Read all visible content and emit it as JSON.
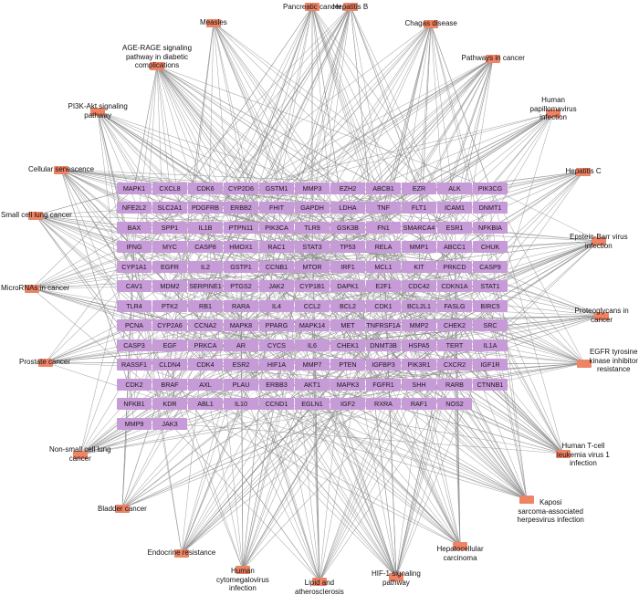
{
  "colors": {
    "gene_node": "#c79ad8",
    "pathway_node": "#ee8466",
    "edge": "#8c8c8c"
  },
  "genes": [
    [
      "MAPK1",
      "CXCL8",
      "CDK6",
      "CYP2D6",
      "GSTM1",
      "MMP3",
      "EZH2",
      "ABCB1",
      "EZR",
      "ALK",
      "PIK3CG"
    ],
    [
      "NFE2L2",
      "SLC2A1",
      "PDGFRB",
      "ERBB2",
      "FHIT",
      "GAPDH",
      "LDHA",
      "TNF",
      "FLT1",
      "ICAM1",
      "DNMT1"
    ],
    [
      "BAX",
      "SPP1",
      "IL1B",
      "PTPN11",
      "PIK3CA",
      "TLR9",
      "GSK3B",
      "FN1",
      "SMARCA4",
      "ESR1",
      "NFKBIA"
    ],
    [
      "IFNG",
      "MYC",
      "CASP8",
      "HMOX1",
      "RAC1",
      "STAT3",
      "TP53",
      "RELA",
      "MMP1",
      "ABCC1",
      "CHUK"
    ],
    [
      "CYP1A1",
      "EGFR",
      "IL2",
      "GSTP1",
      "CCNB1",
      "MTOR",
      "IRF1",
      "MCL1",
      "KIT",
      "PRKCD",
      "CASP9"
    ],
    [
      "CAV1",
      "MDM2",
      "SERPINE1",
      "PTGS2",
      "JAK2",
      "CYP1B1",
      "DAPK1",
      "E2F1",
      "CDC42",
      "CDKN1A",
      "STAT1"
    ],
    [
      "TLR4",
      "PTK2",
      "RB1",
      "RARA",
      "IL4",
      "CCL2",
      "BCL2",
      "CDK1",
      "BCL2L1",
      "FASLG",
      "BIRC5"
    ],
    [
      "PCNA",
      "CYP2A6",
      "CCNA2",
      "MAPK8",
      "PPARG",
      "MAPK14",
      "MET",
      "TNFRSF1A",
      "MMP2",
      "CHEK2",
      "SRC"
    ],
    [
      "CASP3",
      "EGF",
      "PRKCA",
      "AR",
      "CYCS",
      "IL6",
      "CHEK1",
      "DNMT3B",
      "HSPA5",
      "TERT",
      "IL1A"
    ],
    [
      "RASSF1",
      "CLDN4",
      "CDK4",
      "ESR2",
      "HIF1A",
      "MMP7",
      "PTEN",
      "IGFBP3",
      "PIK3R1",
      "CXCR2",
      "IGF1R"
    ],
    [
      "CDK2",
      "BRAF",
      "AXL",
      "PLAU",
      "ERBB3",
      "AKT1",
      "MAPK3",
      "FGFR1",
      "SHH",
      "RARB",
      "CTNNB1"
    ],
    [
      "NFKB1",
      "KDR",
      "ABL1",
      "IL10",
      "CCND1",
      "EGLN1",
      "IGF2",
      "RXRA",
      "RAF1",
      "NOS2"
    ],
    [
      "MMP9",
      "JAK3"
    ]
  ],
  "pathways": [
    "Measles",
    "Pancreatic cancer",
    "Hepatitis B",
    "Chagas disease",
    "AGE-RAGE signaling\npathway in diabetic\ncomplications",
    "Pathways in cancer",
    "PI3K-Akt signaling\npathway",
    "Human\npapillomavirus\ninfection",
    "Cellular senescence",
    "Hepatitis C",
    "Small cell lung cancer",
    "Epstein-Barr virus\ninfection",
    "MicroRNAs in cancer",
    "Proteoglycans in\ncancer",
    "Prostate cancer",
    "EGFR tyrosine\nkinase inhibitor\nresistance",
    "Non-small cell lung\ncancer",
    "Human T-cell\nleukemia virus 1\ninfection",
    "Bladder cancer",
    "Kaposi\nsarcoma-associated\nherpesvirus infection",
    "Endocrine resistance",
    "Human\ncytomegalovirus\ninfection",
    "Lipid and\natherosclerosis",
    "HIF-1 signaling\npathway",
    "Hepatocellular\ncarcinoma"
  ]
}
